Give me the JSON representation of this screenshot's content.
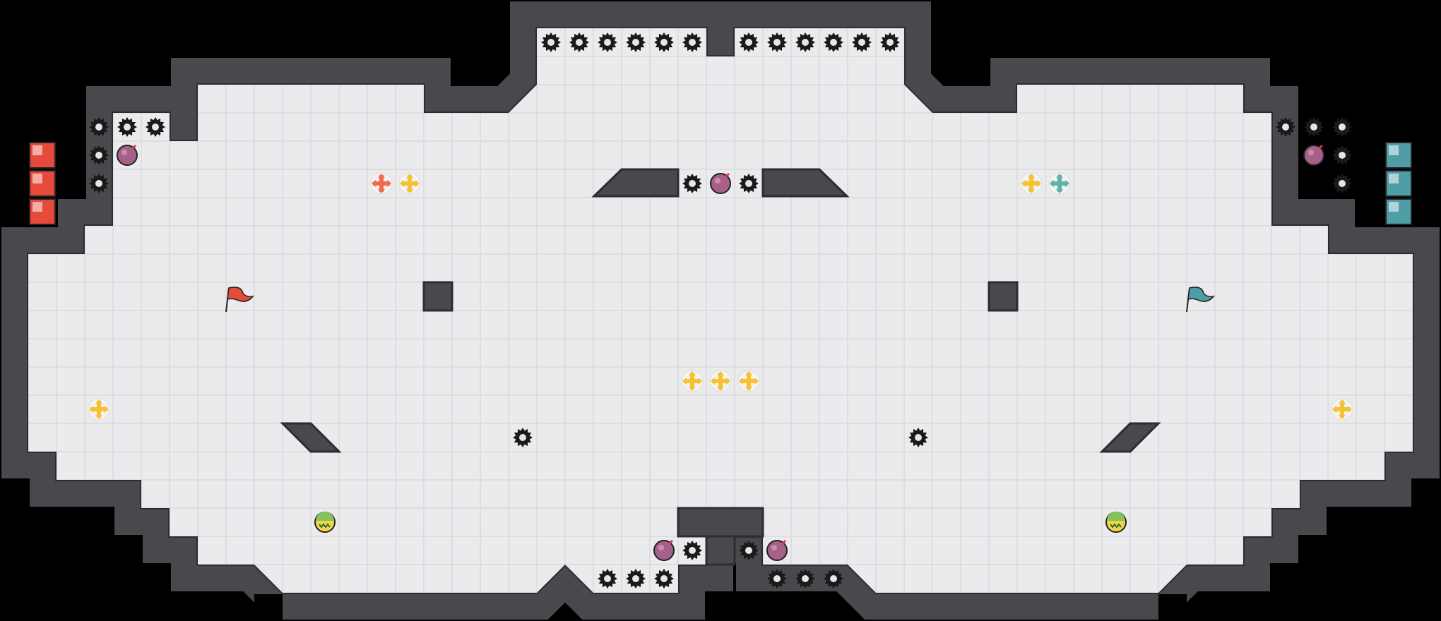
{
  "map": {
    "name": "capture-the-flag-arena",
    "colors": {
      "background": "#000000",
      "wall": "#48484d",
      "wall_edge": "#2d2d31",
      "floor": "#ebebed",
      "grid": "#d6d6da",
      "red_team": "#e54a3a",
      "blue_team": "#4f9da6",
      "boost_neutral": "#f4c233",
      "boost_red": "#ee6b4d",
      "boost_blue": "#5fb2a7",
      "bomb": "#a7608a",
      "spike": "#1a1a1a",
      "portal": "#86c35a"
    }
  },
  "teams": [
    {
      "name": "red",
      "flag_icon": "red-flag-icon",
      "endzone_icon": "red-endzone-tile-icon"
    },
    {
      "name": "blue",
      "flag_icon": "blue-flag-icon",
      "endzone_icon": "blue-endzone-tile-icon"
    }
  ]
}
